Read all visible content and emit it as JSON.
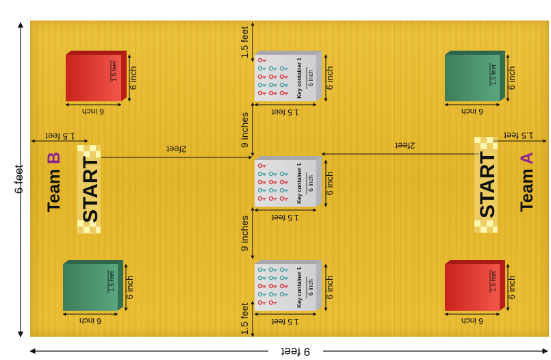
{
  "dimensions": {
    "board_height": "6 feet",
    "board_width": "9 feet",
    "edge_gap": "1.5 feet",
    "box_gap": "9 inches",
    "run_distance": "2feet",
    "start_offset": "1.5 feet",
    "box_size": "1.5 feet",
    "box_depth": "6 inch"
  },
  "teams": {
    "b": {
      "name": "Team ",
      "letter": "B"
    },
    "a": {
      "name": "Team ",
      "letter": "A"
    }
  },
  "start_label": "START",
  "key_container_label": "Key container 1",
  "colors": {
    "board": "#e8bb32",
    "red_box": "#e8403a",
    "green_box": "#4e9a72",
    "team_letter": "#8c2590",
    "key_red": "#d93030",
    "key_teal": "#3a9a9a",
    "checker": "#fff7b0"
  }
}
